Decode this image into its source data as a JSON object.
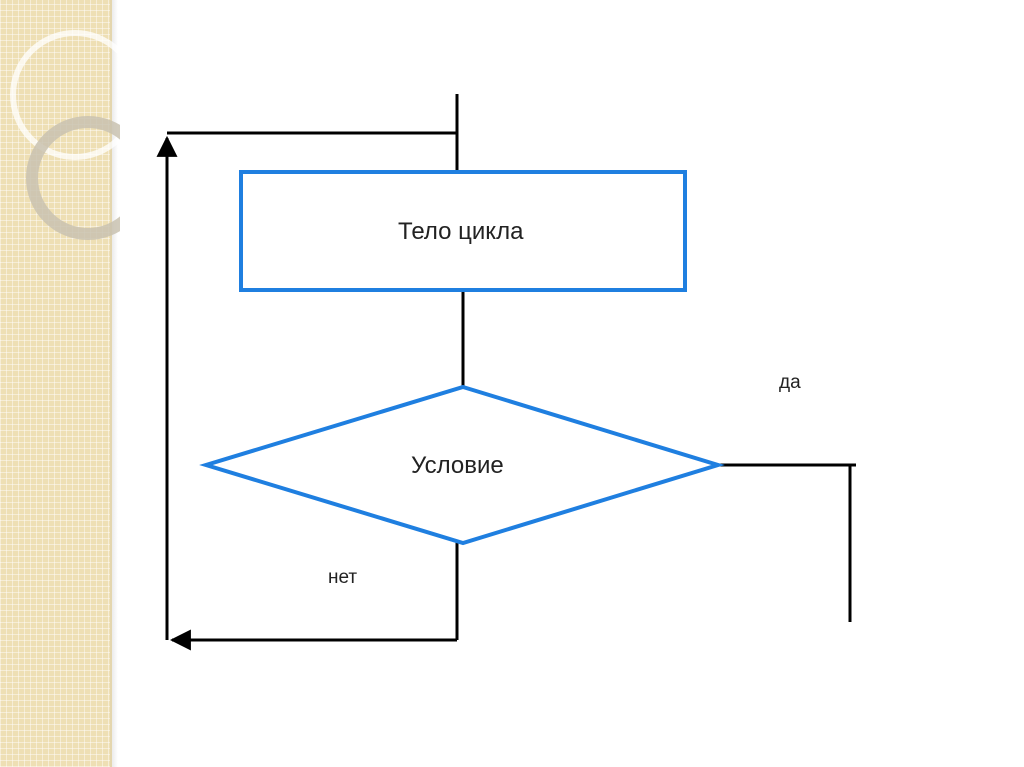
{
  "diagram": {
    "process_label": "Тело цикла",
    "decision_label": "Условие",
    "yes_label": "да",
    "no_label": "нет"
  },
  "colors": {
    "shape_stroke": "#1f7fe0",
    "line": "#000000",
    "band": "#eedfb4"
  }
}
